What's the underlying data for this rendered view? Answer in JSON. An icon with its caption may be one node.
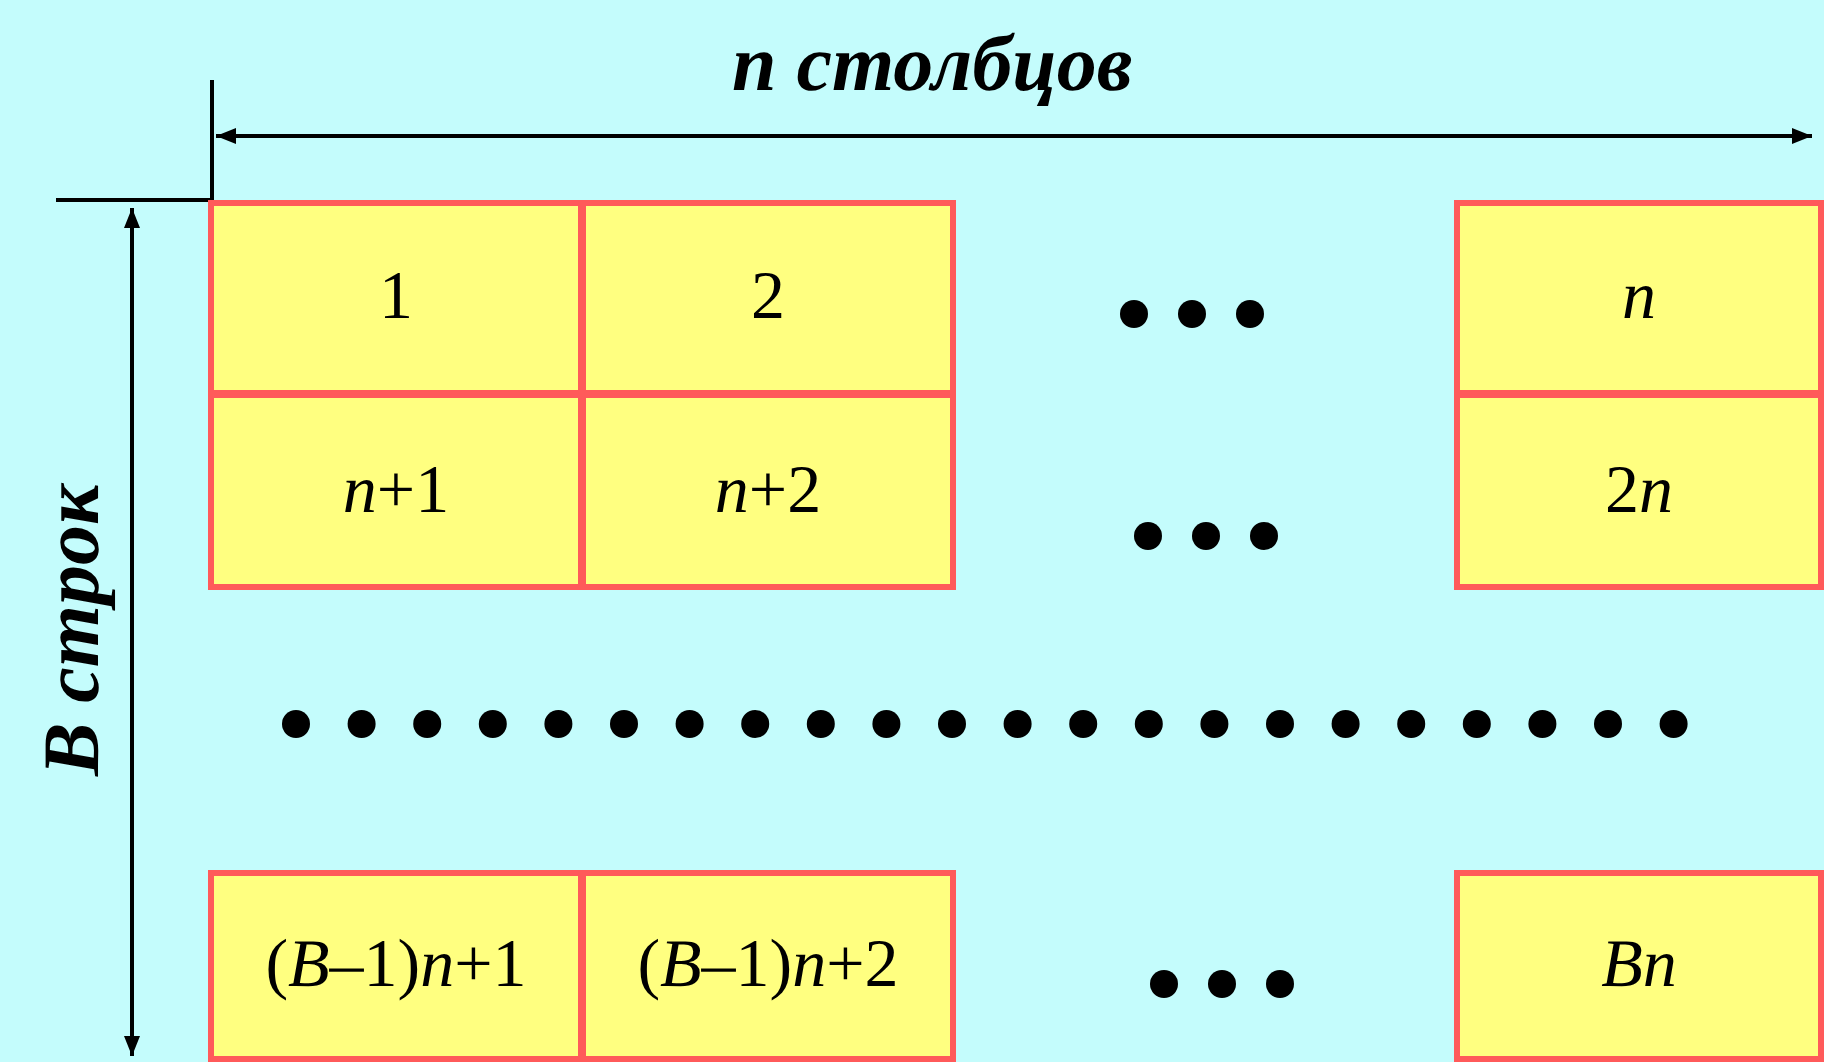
{
  "diagram": {
    "nodes": [
      {
        "text": [
          "1"
        ]
      },
      {
        "text": [
          "2"
        ]
      },
      {
        "text": [
          "n"
        ]
      },
      {
        "text": [
          "*n*+1"
        ]
      },
      {
        "text": [
          "*n*+2"
        ]
      },
      {
        "text": [
          "2n"
        ]
      },
      {
        "text": [
          "(*B*–1)*n*+1"
        ]
      },
      {
        "text": [
          "(*B*–1)*n*+2"
        ]
      },
      {
        "text": [
          "Bn"
        ]
      }
    ],
    "labels": [
      "n столбцов",
      "B строк"
    ]
  }
}
